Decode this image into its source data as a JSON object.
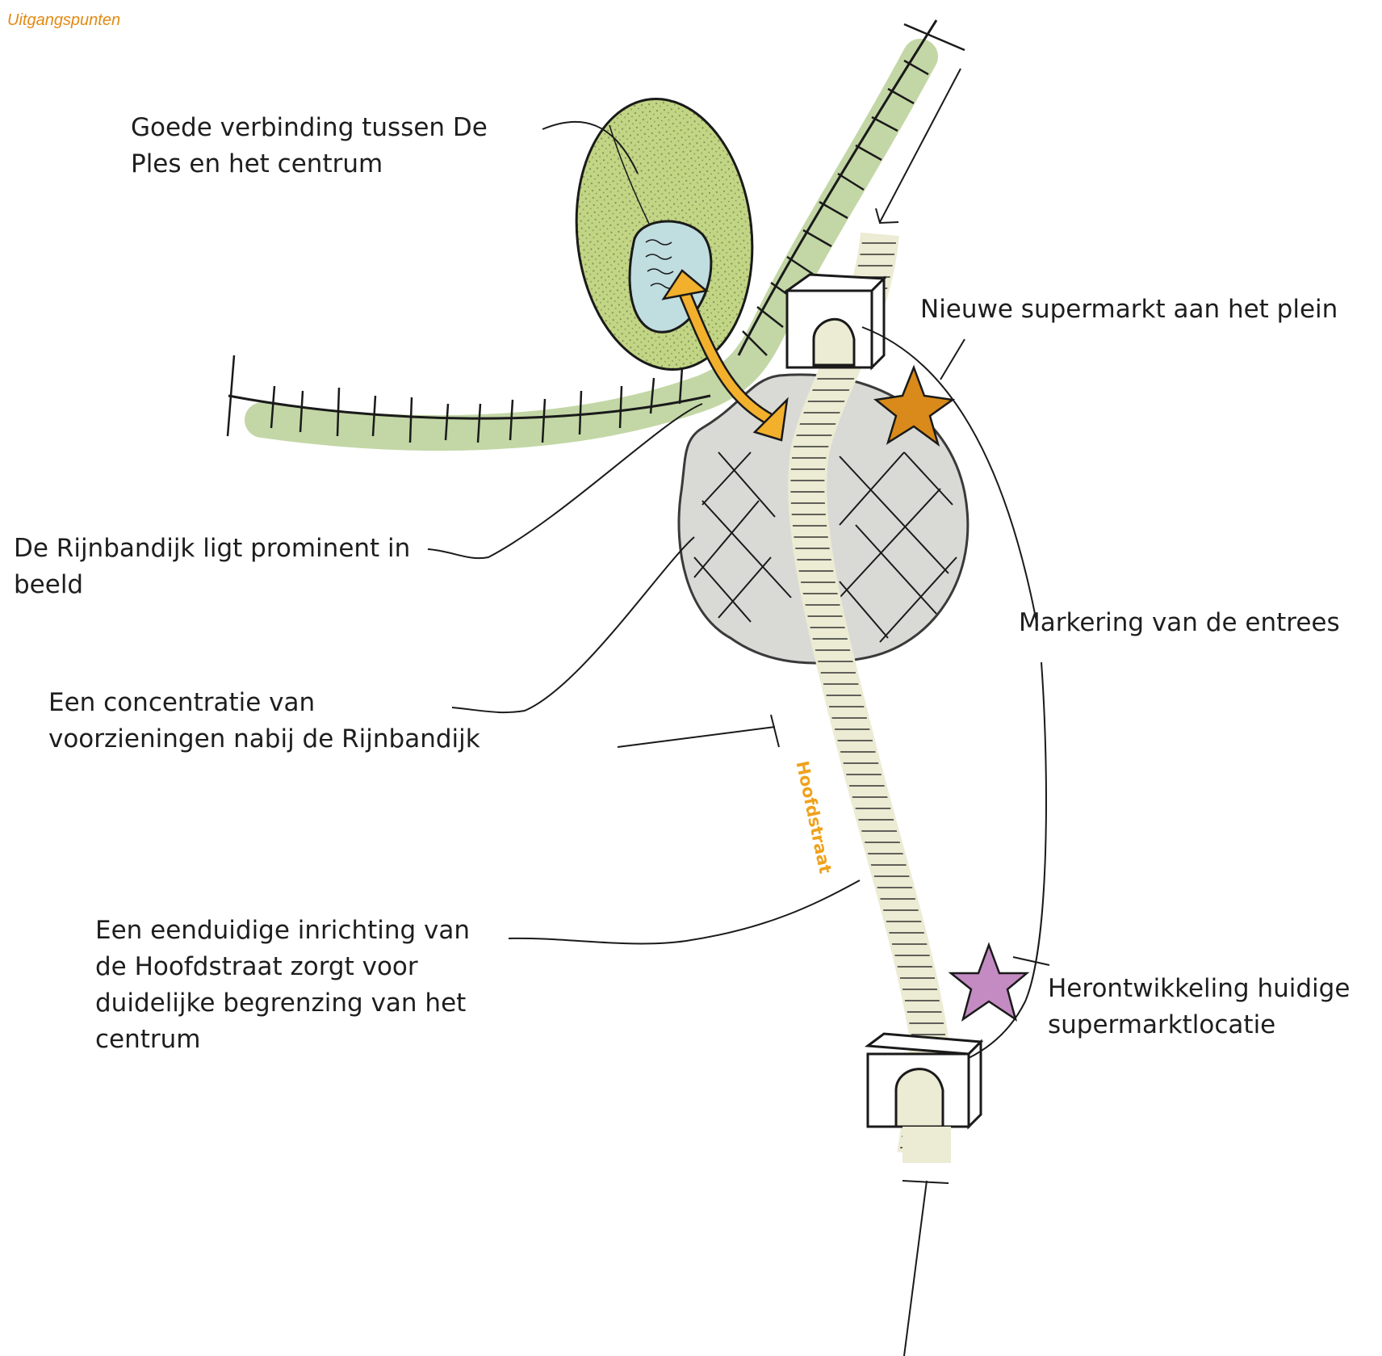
{
  "header": {
    "section_title": "Uitgangspunten"
  },
  "street_label": "Hoofdstraat",
  "annotations": {
    "connection": "Goede verbinding tussen De\nPles en het centrum",
    "new_supermarket": "Nieuwe supermarkt aan het plein",
    "dike": "De Rijnbandijk ligt prominent in\nbeeld",
    "entrances": "Markering van de entrees",
    "concentration": "Een concentratie van\nvoorzieningen nabij de Rijnbandijk",
    "main_street": "Een eenduidige inrichting van\nde Hoofdstraat zorgt voor\nduidelijke begrenzing van het\ncentrum",
    "redevelopment": "Herontwikkeling huidige\nsupermarktlocatie"
  },
  "colors": {
    "header": "#e28a13",
    "dike_green": "#c3d7a6",
    "park_green": "#c2d585",
    "water": "#c0dde0",
    "centre_grey": "#d9dad6",
    "street_fill": "#ecebd3",
    "arrow_orange": "#f2b02d",
    "star_orange": "#d98a1a",
    "star_purple": "#c48bc3",
    "street_label": "#f0a21c"
  }
}
